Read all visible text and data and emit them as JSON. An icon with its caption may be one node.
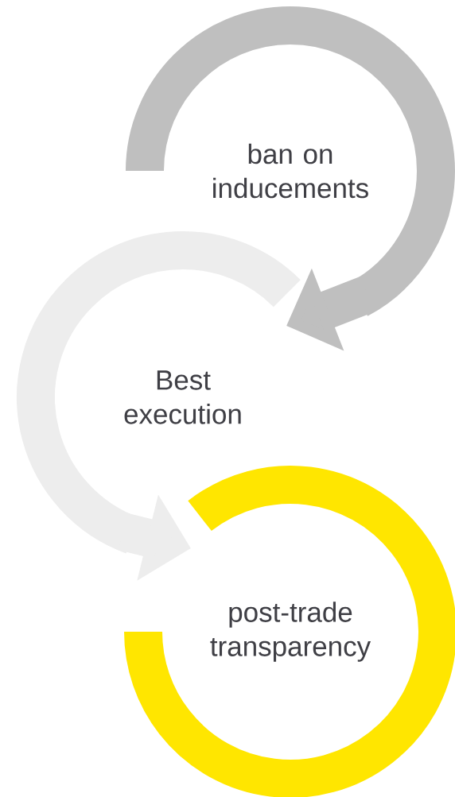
{
  "diagram": {
    "nodes": [
      {
        "text": [
          "ban on inducements"
        ]
      },
      {
        "text": [
          "Best execution"
        ]
      },
      {
        "text": [
          "post-trade transparency"
        ]
      }
    ],
    "edges": [
      {
        "from": 0,
        "to": 1,
        "arrow": "to"
      },
      {
        "from": 1,
        "to": 2,
        "arrow": "to"
      }
    ]
  }
}
